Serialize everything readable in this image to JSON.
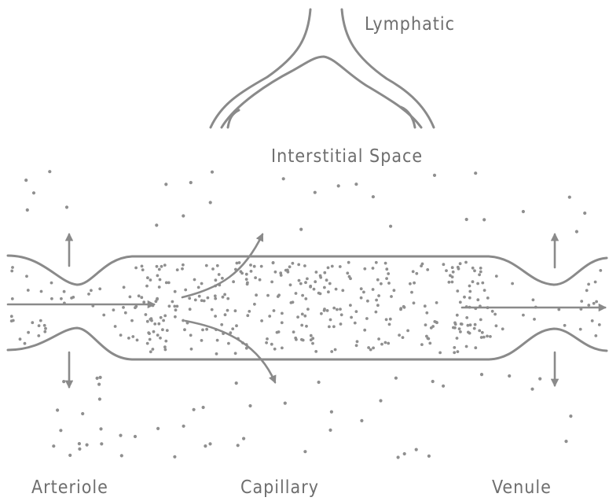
{
  "labels": {
    "lymphatic": "Lymphatic",
    "interstitial_space": "Interstitial Space",
    "arteriole": "Arteriole",
    "capillary": "Capillary",
    "venule": "Venule"
  },
  "colors": {
    "line": "#8a8a8a",
    "dot": "#8f8f8f",
    "text": "#6e6e6e",
    "background": "#ffffff"
  }
}
